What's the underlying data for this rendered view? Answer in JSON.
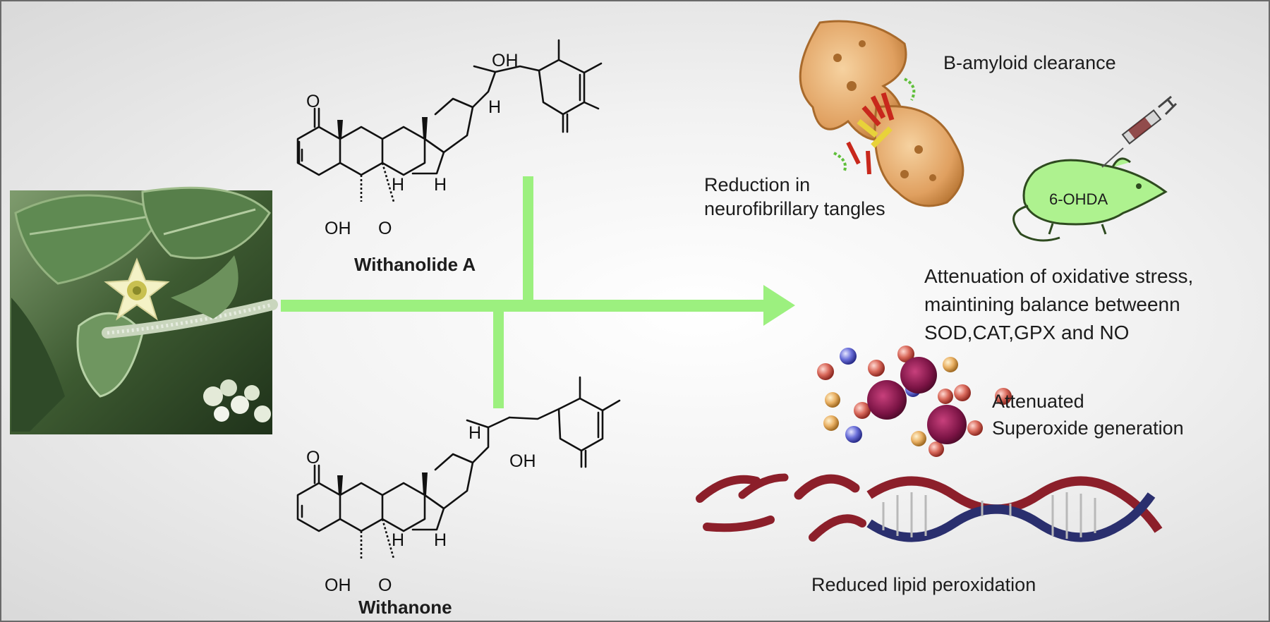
{
  "compounds": {
    "withanolide_a": "Withanolide A",
    "withanone": "Withanone"
  },
  "atoms": {
    "oh": "OH",
    "h": "H",
    "o": "O"
  },
  "effects": {
    "amyloid": "B-amyloid clearance",
    "tangles_line1": "Reduction in",
    "tangles_line2": "neurofibrillary tangles",
    "ohda": "6-OHDA",
    "oxidative_line1": "Attenuation of oxidative stress,",
    "oxidative_line2": "maintining balance betweenn",
    "oxidative_line3": "SOD,CAT,GPX and NO",
    "superoxide_line1": "Attenuated",
    "superoxide_line2": "Superoxide generation",
    "lipid": "Reduced lipid peroxidation"
  },
  "colors": {
    "arrow": "#9cf07f",
    "neuron": "#e2a868",
    "mouse": "#aef28f",
    "dna_red": "#8c1f2a",
    "dna_blue": "#2a2f6e",
    "leaf": "#3f6a38"
  },
  "icons": [
    "plant-photo",
    "neuron-icon",
    "mouse-icon",
    "syringe-icon",
    "superoxide-particles-icon",
    "dna-helix-icon"
  ]
}
